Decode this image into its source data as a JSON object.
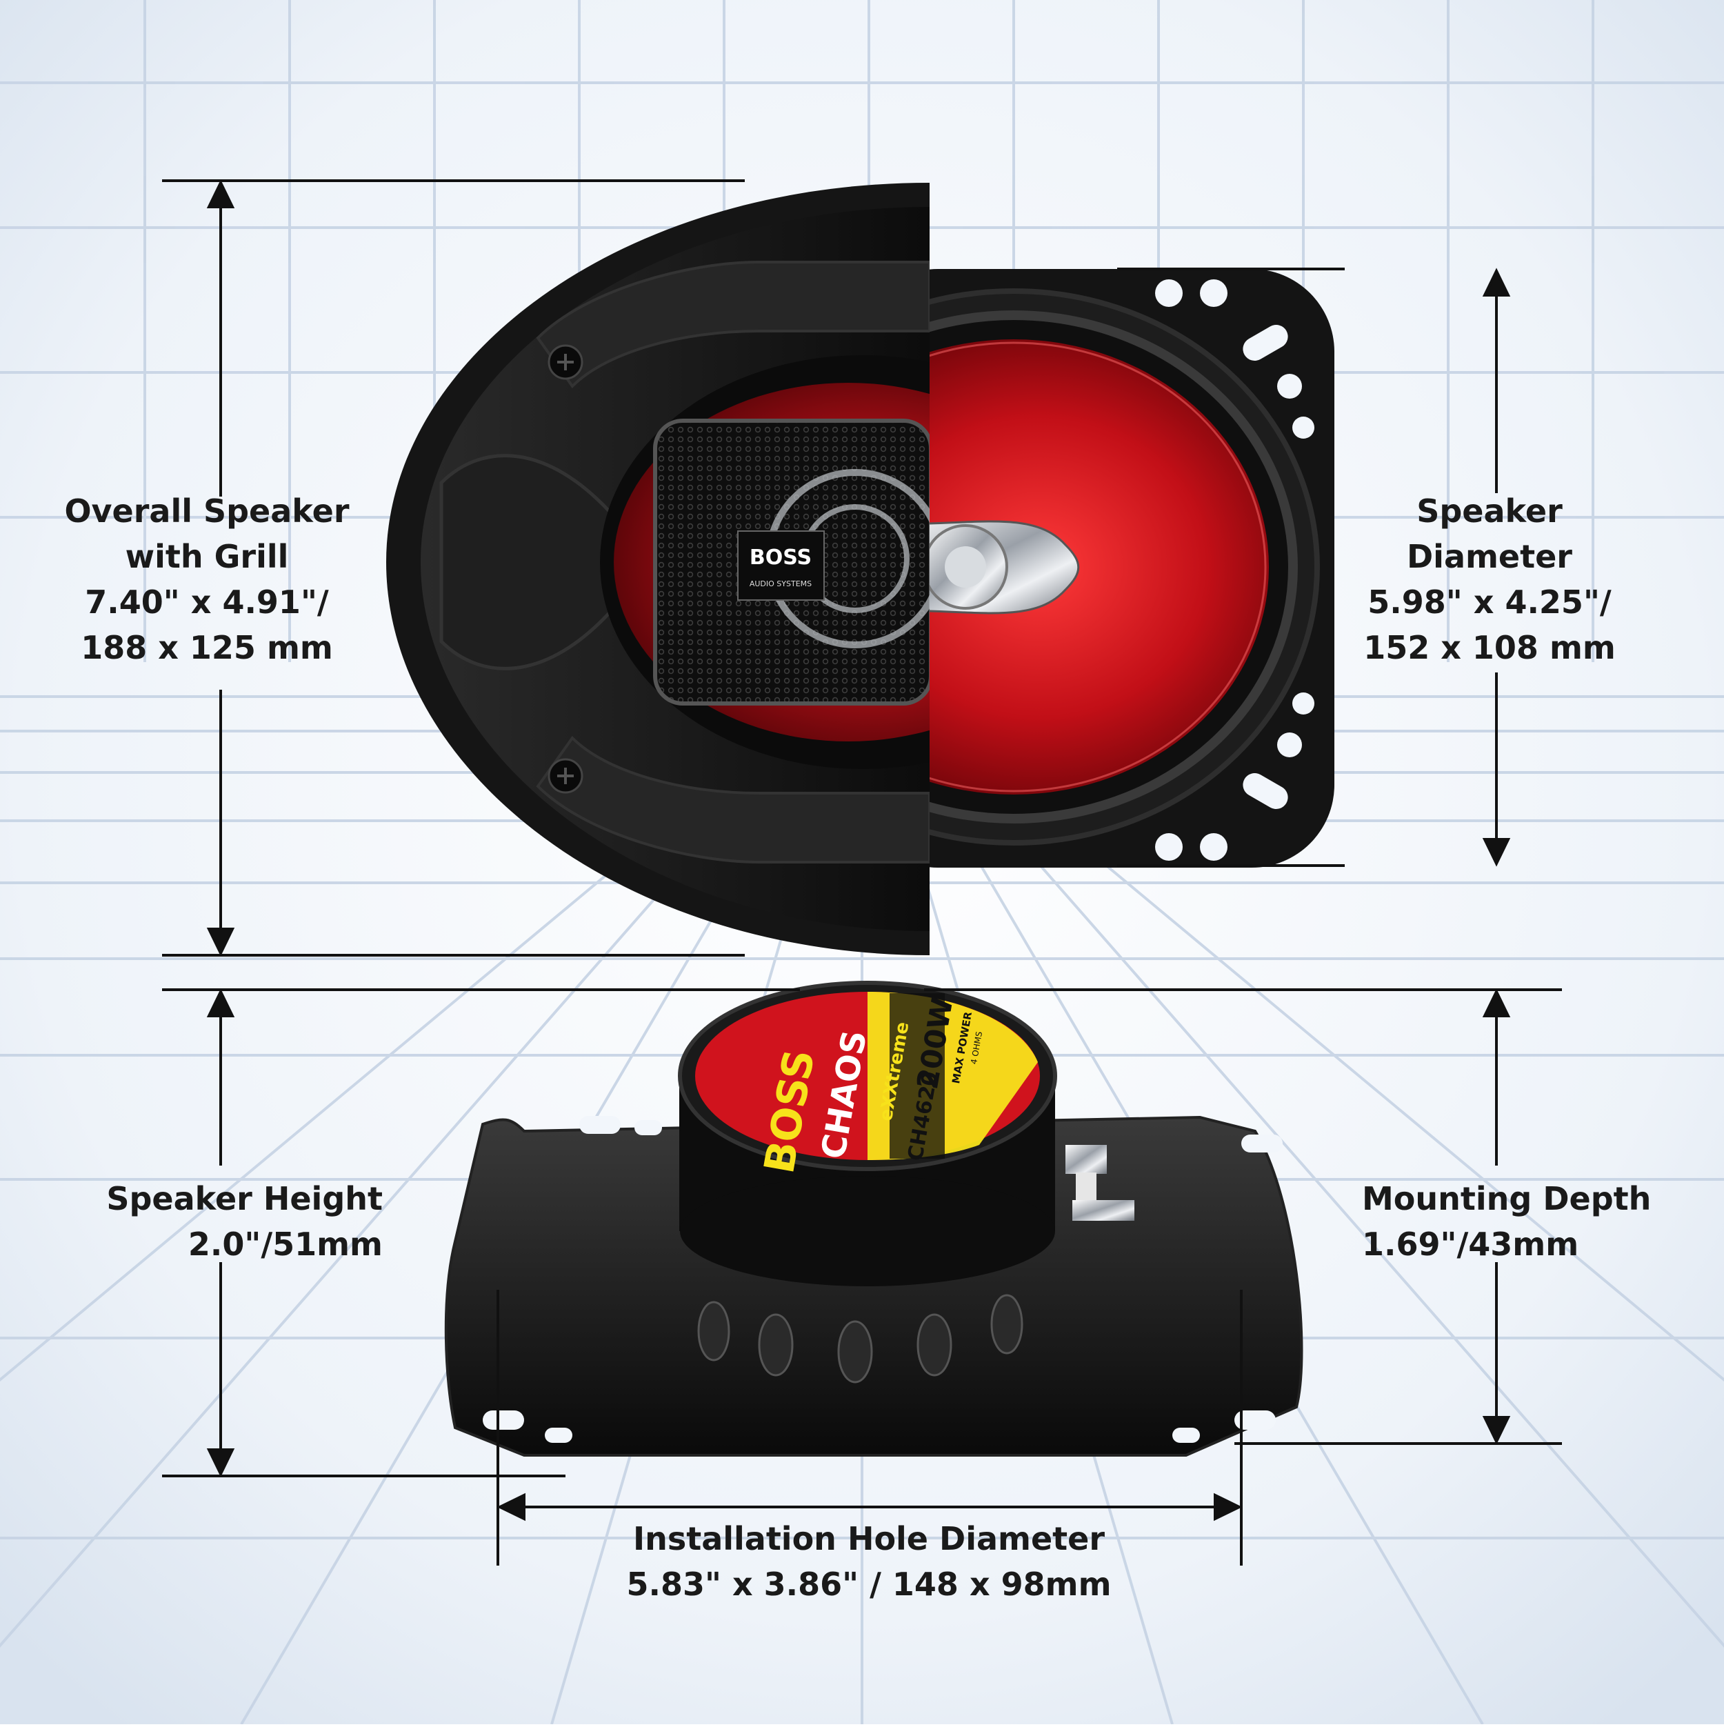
{
  "brand": {
    "logo_text": "BOSS",
    "logo_sub": "AUDIO SYSTEMS",
    "line": "CHAOS",
    "edition": "eXXtreme",
    "model": "CH4620",
    "power": "200W",
    "power_sub": "MAX POWER",
    "impedance": "4 OHMS"
  },
  "dimensions": {
    "overall": {
      "lines": [
        "Overall Speaker",
        "with Grill",
        "7.40\" x 4.91\"/",
        "188 x 125 mm"
      ]
    },
    "diameter": {
      "lines": [
        "Speaker",
        "Diameter",
        "5.98\" x 4.25\"/",
        "152 x 108 mm"
      ]
    },
    "height": {
      "lines": [
        "Speaker Height",
        "2.0\"/51mm"
      ]
    },
    "depth": {
      "lines": [
        "Mounting Depth",
        "1.69\"/43mm"
      ]
    },
    "hole": {
      "lines": [
        "Installation Hole Diameter",
        "5.83\" x 3.86\" / 148 x 98mm"
      ]
    }
  },
  "colors": {
    "background": "#f2f6fb",
    "grid": "#c6d3e4",
    "speaker_red": "#d0131d",
    "speaker_black": "#111111",
    "chrome": "#cfd3d8",
    "label_yellow": "#f7e21b",
    "dimension_line": "#111111"
  }
}
